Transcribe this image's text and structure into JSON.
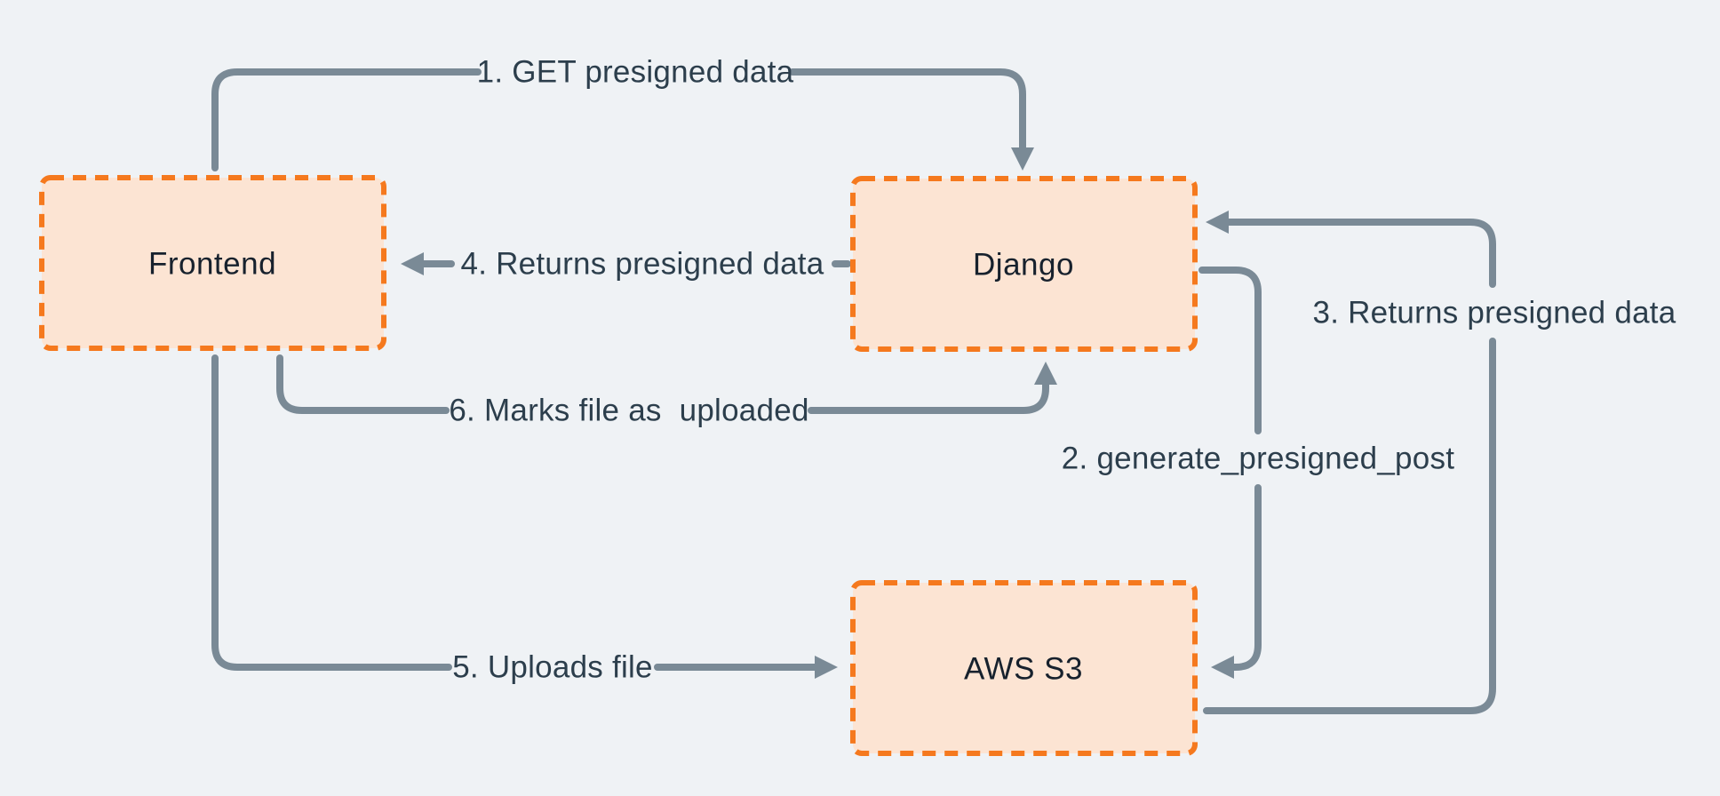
{
  "diagram": {
    "colors": {
      "background": "#eff2f5",
      "node_fill": "#fce4d3",
      "node_border": "#f5791e",
      "arrow": "#7a8a96",
      "edge_label_text": "#2c3e4c",
      "node_label_text": "#17212d"
    },
    "nodes": [
      {
        "id": "frontend",
        "label": "Frontend"
      },
      {
        "id": "django",
        "label": "Django"
      },
      {
        "id": "aws-s3",
        "label": "AWS S3"
      }
    ],
    "edges": [
      {
        "id": "1",
        "label": "1. GET presigned data",
        "from": "frontend",
        "to": "django"
      },
      {
        "id": "2",
        "label": "2. generate_presigned_post",
        "from": "django",
        "to": "aws-s3"
      },
      {
        "id": "3",
        "label": "3. Returns presigned data",
        "from": "aws-s3",
        "to": "django"
      },
      {
        "id": "4",
        "label": "4. Returns presigned data",
        "from": "django",
        "to": "frontend"
      },
      {
        "id": "5",
        "label": "5. Uploads file",
        "from": "frontend",
        "to": "aws-s3"
      },
      {
        "id": "6",
        "label": "6. Marks file as  uploaded",
        "from": "frontend",
        "to": "django"
      }
    ]
  }
}
